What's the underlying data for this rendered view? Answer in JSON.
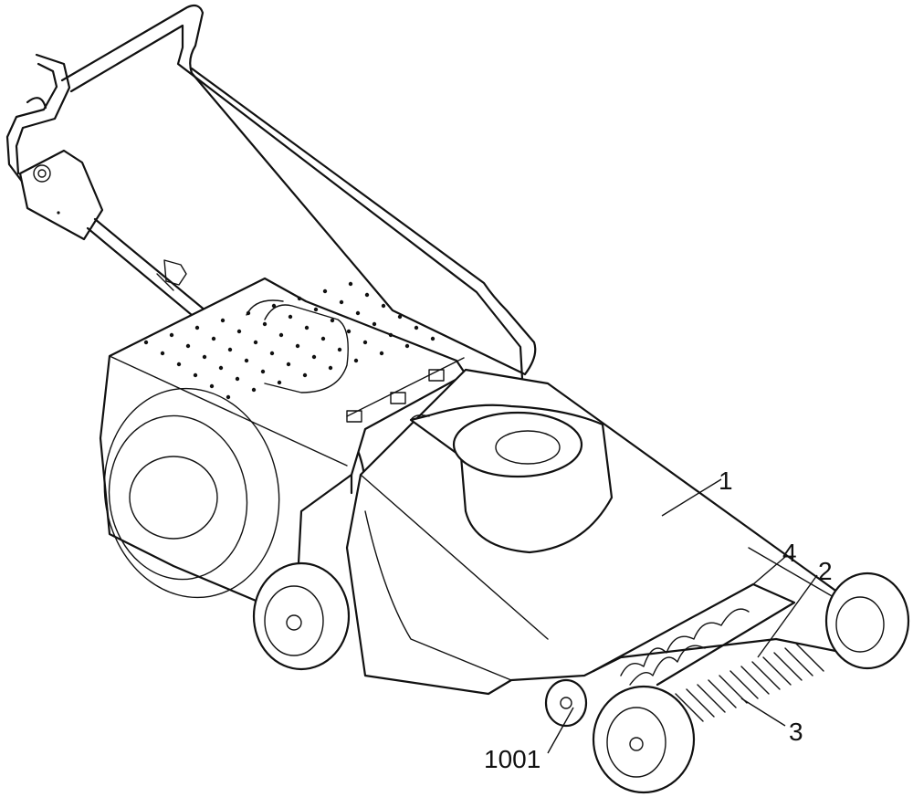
{
  "labels": {
    "l1": "1",
    "l2": "2",
    "l3": "3",
    "l4": "4",
    "l1001": "1001"
  },
  "parts": {
    "body": "mower-body",
    "handle": "handle",
    "rotor": "spiral-rotor",
    "tines": "tines",
    "wheel": "wheel"
  },
  "colors": {
    "stroke": "#111111",
    "background": "#ffffff"
  }
}
